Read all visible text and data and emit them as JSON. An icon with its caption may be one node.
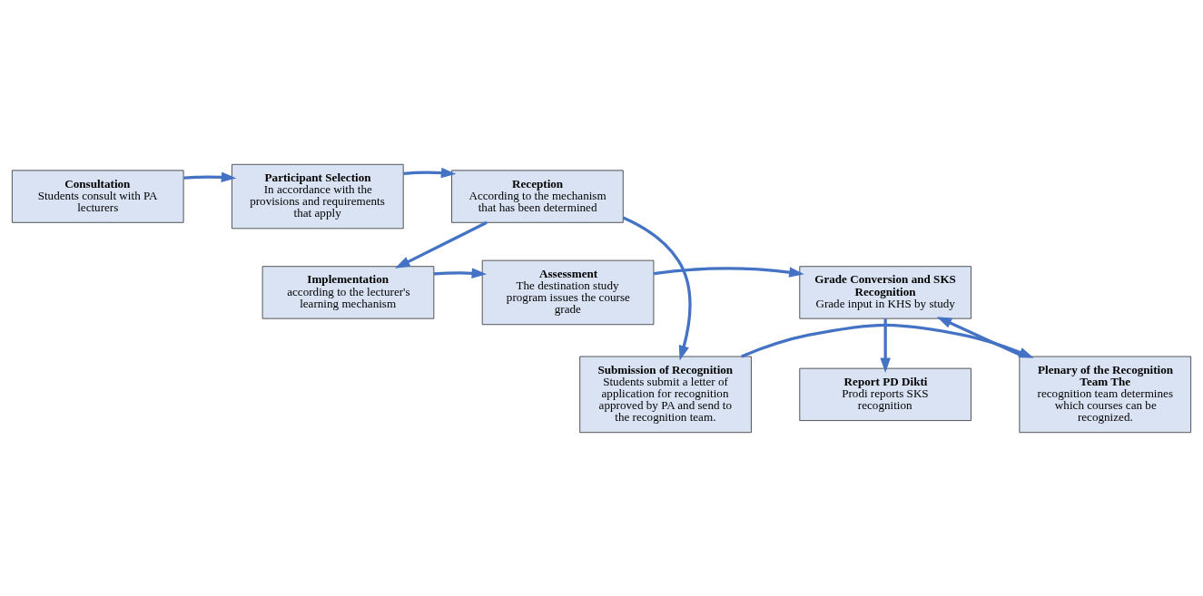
{
  "diagram": {
    "nodes": [
      {
        "text": [
          "Consultation",
          "Students consult with PA lecturers"
        ]
      },
      {
        "text": [
          "Participant Selection",
          "In accordance with the provisions and requirements that apply"
        ]
      },
      {
        "text": [
          "Reception",
          "According to the mechanism that has been determined"
        ]
      },
      {
        "text": [
          "Implementation",
          "according to the lecturer's learning mechanism"
        ]
      },
      {
        "text": [
          "Assessment",
          "The destination study program issues the course grade"
        ]
      },
      {
        "text": [
          "Grade Conversion and SKS Recognition",
          "Grade input in KHS by study"
        ]
      },
      {
        "text": [
          "Report PD Dikti",
          "Prodi reports SKS recognition"
        ]
      },
      {
        "text": [
          "Submission of Recognition",
          "Students submit a letter of application for recognition approved by PA and send to the recognition team."
        ]
      },
      {
        "text": [
          "Plenary of the Recognition Team The",
          "recognition team determines which courses can be recognized."
        ]
      }
    ],
    "edges": [
      {
        "from": 0,
        "to": 1,
        "arrow": "to"
      },
      {
        "from": 1,
        "to": 2,
        "arrow": "to"
      },
      {
        "from": 2,
        "to": 3,
        "arrow": "to"
      },
      {
        "from": 2,
        "to": 7,
        "arrow": "to"
      },
      {
        "from": 3,
        "to": 4,
        "arrow": "to"
      },
      {
        "from": 4,
        "to": 5,
        "arrow": "to"
      },
      {
        "from": 7,
        "to": 8,
        "arrow": "to"
      },
      {
        "from": 8,
        "to": 5,
        "arrow": "to"
      },
      {
        "from": 5,
        "to": 6,
        "arrow": "to"
      }
    ]
  }
}
